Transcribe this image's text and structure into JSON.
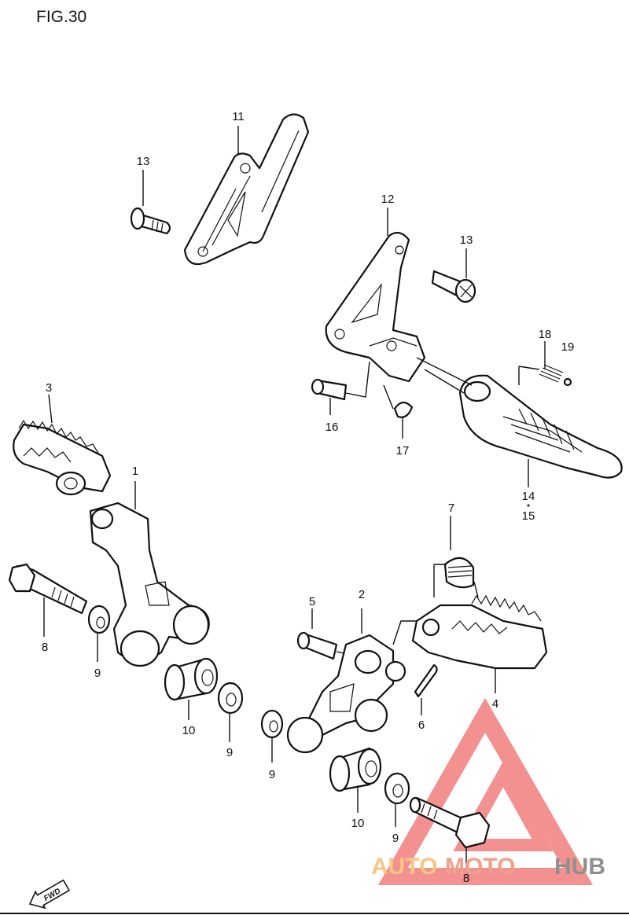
{
  "figure": {
    "title": "FIG.30"
  },
  "callouts": [
    "11",
    "13",
    "12",
    "13",
    "18",
    "19",
    "16",
    "17",
    "3",
    "14",
    "15",
    "1",
    "7",
    "5",
    "2",
    "8",
    "9",
    "10",
    "9",
    "4",
    "6",
    "9",
    "10",
    "9",
    "8"
  ],
  "fwd_badge": "FWD",
  "watermark": {
    "part1": "AUTO",
    "part2": "MOTO",
    "part3": "HUB",
    "colors": {
      "auto": "#f5c784",
      "moto": "#f0a08c",
      "hub": "#8f8f8f",
      "logo": "#f06b6b"
    }
  }
}
